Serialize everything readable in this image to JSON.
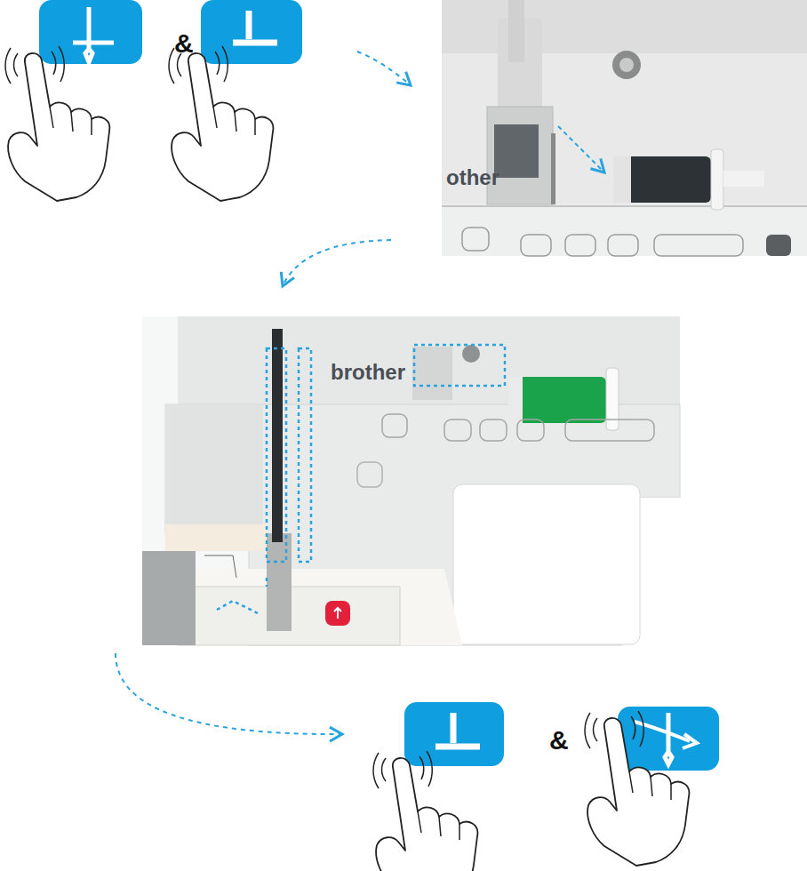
{
  "diagram": {
    "labels": [
      "&",
      "other",
      "brother",
      "&"
    ]
  }
}
